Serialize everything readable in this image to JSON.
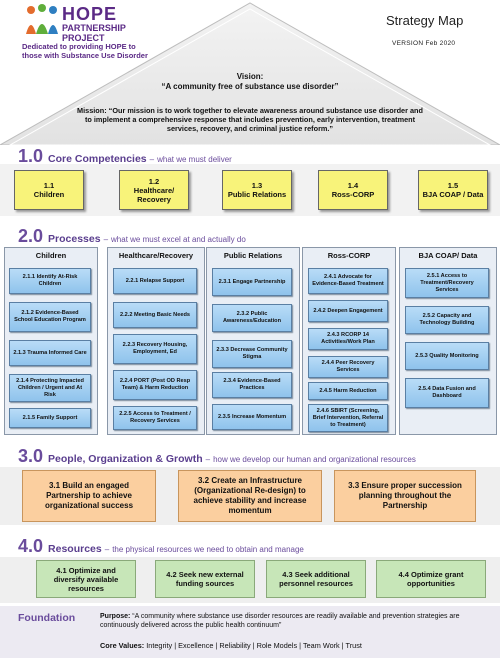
{
  "logo": {
    "title": "HOPE",
    "subtitle_line1": "PARTNERSHIP",
    "subtitle_line2": "PROJECT",
    "tagline": "Dedicated to providing HOPE to those with Substance Use Disorder"
  },
  "header": {
    "title": "Strategy Map",
    "version": "VERSION  Feb 2020"
  },
  "vision": {
    "label": "Vision:",
    "text": "“A community free of substance use disorder”"
  },
  "mission": {
    "text": "Mission: “Our mission is to work together to elevate awareness around substance use disorder and to implement a comprehensive response that includes prevention, early intervention, treatment services, recovery, and criminal justice reform.”"
  },
  "core": {
    "num": "1.0",
    "name": "Core Competencies",
    "sub": "what we must deliver",
    "items": [
      {
        "num": "1.1",
        "label": "Children"
      },
      {
        "num": "1.2",
        "label": "Healthcare/ Recovery"
      },
      {
        "num": "1.3",
        "label": "Public Relations"
      },
      {
        "num": "1.4",
        "label": "Ross-CORP"
      },
      {
        "num": "1.5",
        "label": "BJA COAP / Data"
      }
    ]
  },
  "processes": {
    "num": "2.0",
    "name": "Processes",
    "sub": "what we must excel at and actually do",
    "columns": [
      {
        "title": "Children",
        "items": [
          "2.1.1 Identify At-Risk Children",
          "2.1.2 Evidence-Based School Education Program",
          "2.1.3 Trauma Informed Care",
          "2.1.4 Protecting Impacted Children / Urgent and At Risk",
          "2.1.5 Family Support"
        ]
      },
      {
        "title": "Healthcare/Recovery",
        "items": [
          "2.2.1 Relapse Support",
          "2.2.2 Meeting Basic Needs",
          "2.2.3 Recovery Housing, Employment, Ed",
          "2.2.4 PORT (Post OD Resp Team) & Harm Reduction",
          "2.2.5 Access to Treatment / Recovery Services"
        ]
      },
      {
        "title": "Public Relations",
        "items": [
          "2.3.1 Engage Partnership",
          "2.3.2 Public Awareness/Education",
          "2.3.3 Decrease Community Stigma",
          "2.3.4 Evidence-Based Practices",
          "2.3.5 Increase Momentum"
        ]
      },
      {
        "title": "Ross-CORP",
        "items": [
          "2.4.1 Advocate for Evidence-Based Treatment",
          "2.4.2 Deepen Engagement",
          "2.4.3 RCORP 14 Activities/Work Plan",
          "2.4.4 Peer Recovery Services",
          "2.4.5 Harm Reduction",
          "2.4.6 SBIRT (Screening, Brief Intervention, Referral to Treatment)"
        ]
      },
      {
        "title": "BJA COAP/ Data",
        "items": [
          "2.5.1 Access to Treatment/Recovery Services",
          "2.5.2 Capacity and Technology Building",
          "2.5.3 Quality Monitoring",
          "2.5.4 Data Fusion and Dashboard"
        ]
      }
    ]
  },
  "people": {
    "num": "3.0",
    "name": "People, Organization &  Growth",
    "sub": "how we develop our human and organizational resources",
    "items": [
      "3.1 Build an engaged Partnership to achieve organizational success",
      "3.2 Create an Infrastructure (Organizational Re-design) to achieve stability and increase momentum",
      "3.3 Ensure proper succession planning throughout the Partnership"
    ]
  },
  "resources": {
    "num": "4.0",
    "name": "Resources",
    "sub": "the physical resources we need to obtain and manage",
    "items": [
      "4.1 Optimize and diversify available resources",
      "4.2 Seek new external funding sources",
      "4.3 Seek additional personnel resources",
      "4.4 Optimize grant opportunities"
    ]
  },
  "foundation": {
    "title": "Foundation",
    "purpose_label": "Purpose:",
    "purpose_text": "“A community where substance use disorder resources are readily available and prevention strategies are continuously delivered across the public health continuum”",
    "values_label": "Core Values:",
    "values_text": "Integrity  |  Excellence  |  Reliability  |  Role Models  |  Team Work  |  Trust"
  },
  "colors": {
    "accent_purple": "#6a4c9c",
    "core_yellow": "#f8f37a",
    "process_blue": "#9fcdf0",
    "people_orange": "#fbcf9f",
    "resource_green": "#c7e6b8"
  }
}
